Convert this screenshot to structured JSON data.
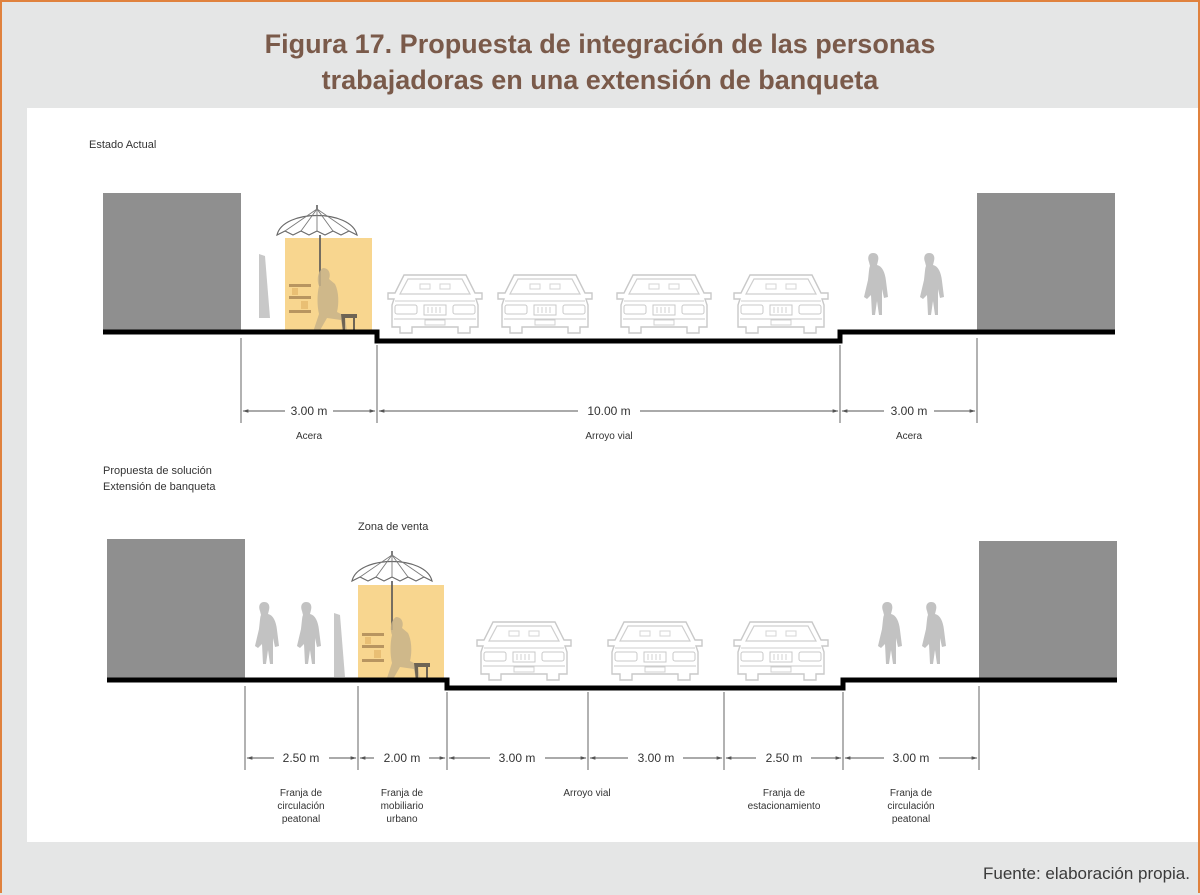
{
  "figure": {
    "title_line1": "Figura 17. Propuesta de integración de las personas",
    "title_line2": "trabajadoras en una extensión de banqueta",
    "source": "Fuente: elaboración propia."
  },
  "current": {
    "label": "Estado Actual",
    "dims": [
      "3.00 m",
      "10.00 m",
      "3.00 m"
    ],
    "names": [
      "Acera",
      "Arroyo vial",
      "Acera"
    ]
  },
  "proposal": {
    "label_line1": "Propuesta de solución",
    "label_line2": "Extensión de banqueta",
    "zone_label": "Zona de venta",
    "dims": [
      "2.50 m",
      "2.00 m",
      "3.00 m",
      "3.00 m",
      "2.50 m",
      "3.00 m"
    ],
    "names": [
      [
        "Franja de",
        "circulación",
        "peatonal"
      ],
      [
        "Franja de",
        "mobiliario",
        "urbano"
      ],
      [
        "Arroyo vial"
      ],
      [
        "Franja de",
        "estacionamiento"
      ],
      [
        "Franja de",
        "circulación",
        "peatonal"
      ]
    ]
  },
  "colors": {
    "building": "#8f8f8f",
    "vendor_zone": "#f8d68f",
    "ground": "#000000",
    "person": "#c2c2c2",
    "frame_accent": "#e0823e",
    "title_text": "#7a5a4a"
  }
}
